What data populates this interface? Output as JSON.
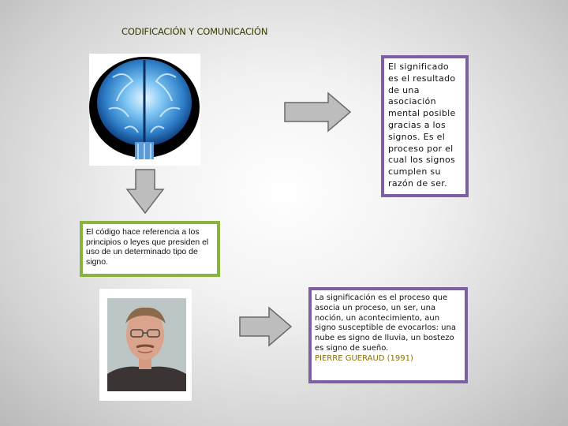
{
  "slide": {
    "title": "CODIFICACIÓN Y COMUNICACIÓN"
  },
  "boxes": {
    "significado": "El significado es el resultado de una asociación mental posible gracias a los signos. Es el proceso por el cual los signos cumplen su razón de ser.",
    "codigo": "El código hace referencia a los principios o leyes que presiden el uso de un determinado tipo de signo.",
    "significacion": "La significación es el proceso que asocia un proceso, un ser, una noción, un acontecimiento, aun signo susceptible de evocarlos: una nube es signo de lluvia, un bostezo es signo de sueño.",
    "significacion_author": "PIERRE GUERAUD (1991)"
  },
  "colors": {
    "purple_border": "#7e5fa5",
    "green_border": "#8ab33e",
    "arrow_fill": "#bdbdbd"
  },
  "images": {
    "brain": "brain-image",
    "portrait": "man-portrait"
  }
}
